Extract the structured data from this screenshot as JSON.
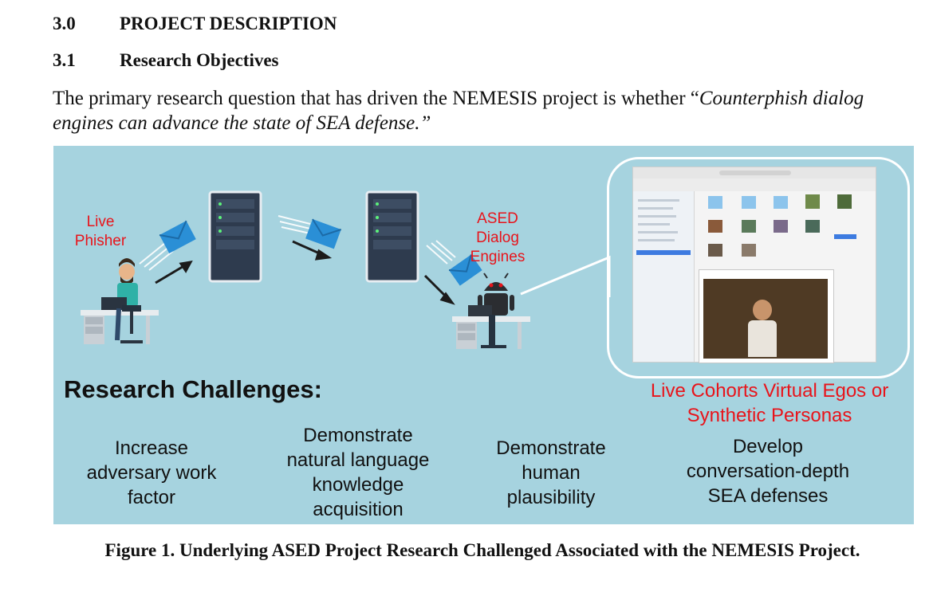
{
  "section": {
    "number": "3.0",
    "title": "PROJECT DESCRIPTION"
  },
  "subsection": {
    "number": "3.1",
    "title": "Research Objectives"
  },
  "paragraph": {
    "text_before": "The primary research question that has driven the NEMESIS project is whether “",
    "italic": "Counterphish dialog engines can advance the state of SEA defense.”"
  },
  "figure": {
    "live_phisher_label": "Live\nPhisher",
    "ased_label": "ASED\nDialog\nEngines",
    "challenges_heading": "Research Challenges:",
    "cohorts_label": "Live Cohorts Virtual Egos or\nSynthetic Personas",
    "challenges": [
      "Increase\nadversary work\nfactor",
      "Demonstrate\nnatural language\nknowledge\nacquisition",
      "Demonstrate\nhuman\nplausibility",
      "Develop\nconversation-depth\nSEA defenses"
    ],
    "colors": {
      "background": "#a6d3df",
      "highlight": "#e8141b",
      "envelope": "#2a8fd6",
      "server": "#2e3b4e"
    },
    "icons": [
      "person-at-desk-icon",
      "server-icon",
      "envelope-icon",
      "robot-at-desk-icon",
      "file-browser-screenshot"
    ]
  },
  "caption": "Figure 1.  Underlying ASED Project Research Challenged Associated with the NEMESIS Project."
}
